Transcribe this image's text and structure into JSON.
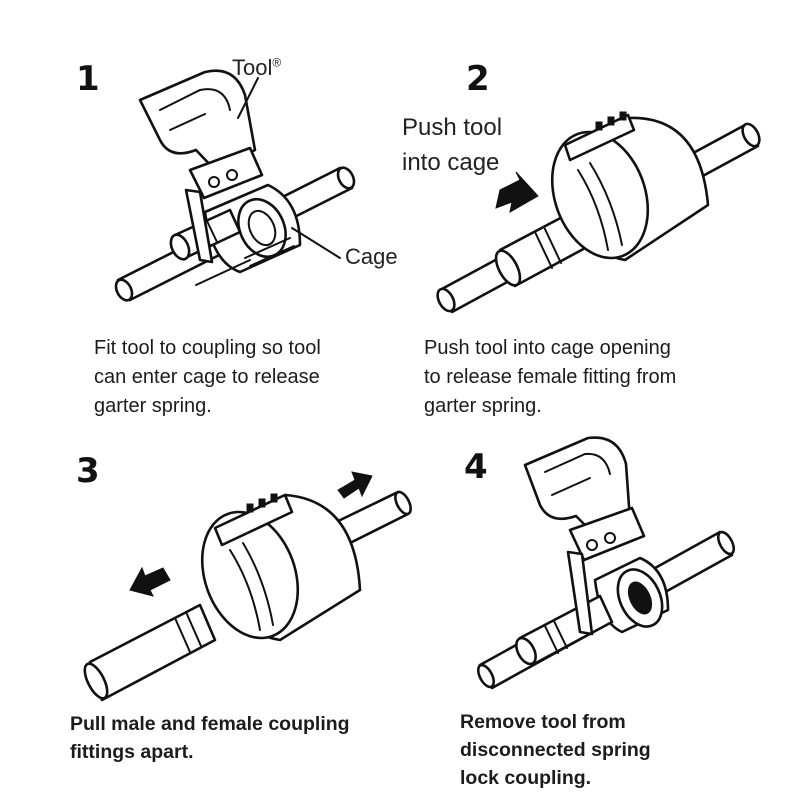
{
  "steps": [
    {
      "number": "1",
      "caption": [
        "Fit tool to coupling so tool",
        "can enter cage to release",
        "garter spring."
      ],
      "labels": {
        "tool": "Tool",
        "registered": "®",
        "cage": "Cage"
      }
    },
    {
      "number": "2",
      "caption": [
        "Push tool into cage opening",
        "to release female fitting from",
        "garter spring."
      ],
      "labels": {
        "push_line1": "Push tool",
        "push_line2": "into cage"
      }
    },
    {
      "number": "3",
      "caption": [
        "Pull male and female coupling",
        "fittings apart."
      ]
    },
    {
      "number": "4",
      "caption": [
        "Remove tool from",
        "disconnected spring",
        "lock coupling."
      ]
    }
  ],
  "icons": [
    "arrow-right-icon",
    "arrow-left-icon"
  ],
  "colors": {
    "ink": "#111111",
    "background": "#ffffff"
  }
}
